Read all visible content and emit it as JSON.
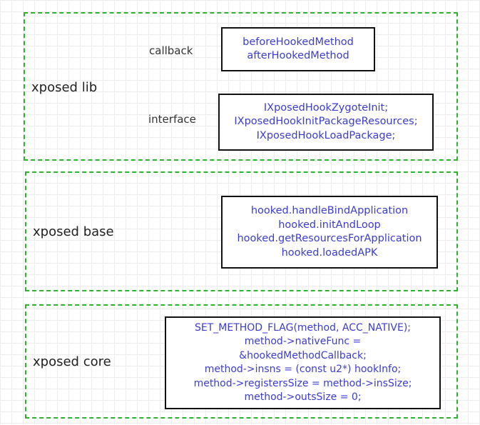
{
  "colors": {
    "layer_border": "#2cb52c",
    "box_text": "#3b3bd6",
    "box_border": "#111111"
  },
  "lib": {
    "title": "xposed lib",
    "callback_label": "callback",
    "interface_label": "interface",
    "callback_lines": [
      "beforeHookedMethod",
      "afterHookedMethod"
    ],
    "interface_lines": [
      "IXposedHookZygoteInit;",
      "IXposedHookInitPackageResources;",
      "IXposedHookLoadPackage;"
    ]
  },
  "base": {
    "title": "xposed base",
    "lines": [
      "hooked.handleBindApplication",
      "hooked.initAndLoop",
      "hooked.getResourcesForApplication",
      "hooked.loadedAPK"
    ]
  },
  "core": {
    "title": "xposed core",
    "lines": [
      "SET_METHOD_FLAG(method, ACC_NATIVE);",
      "method->nativeFunc =",
      "&hookedMethodCallback;",
      "method->insns = (const u2*) hookInfo;",
      "method->registersSize = method->insSize;",
      "method->outsSize = 0;"
    ]
  }
}
